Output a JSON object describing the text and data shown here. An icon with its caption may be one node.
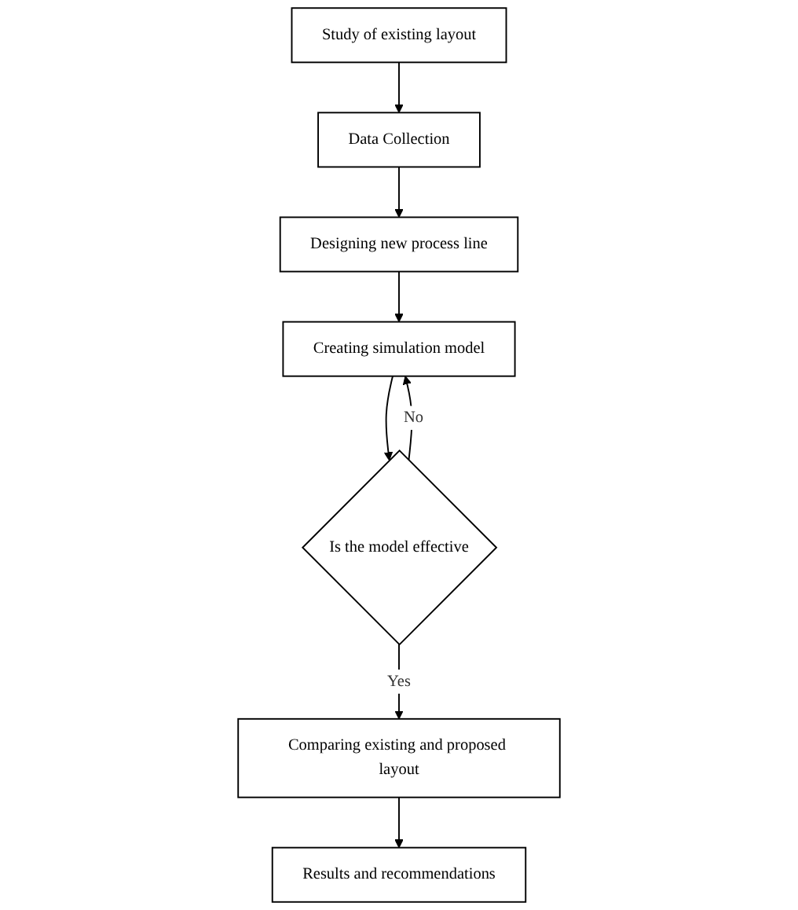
{
  "diagram": {
    "nodes": [
      {
        "text": [
          "Study of existing layout"
        ]
      },
      {
        "text": [
          "Data Collection"
        ]
      },
      {
        "text": [
          "Designing new process line"
        ]
      },
      {
        "text": [
          "Creating simulation model"
        ]
      },
      {
        "text": [
          "Is the model effective"
        ]
      },
      {
        "text": [
          "Comparing existing and proposed layout"
        ]
      },
      {
        "text": [
          "Results and recommendations"
        ]
      }
    ],
    "edges": [
      {
        "from": 0,
        "to": 1,
        "arrow": "to"
      },
      {
        "from": 1,
        "to": 2,
        "arrow": "to"
      },
      {
        "from": 2,
        "to": 3,
        "arrow": "to"
      },
      {
        "from": 3,
        "to": 4,
        "arrow": "to"
      },
      {
        "from": 4,
        "to": 3,
        "arrow": "to",
        "label": "No"
      },
      {
        "from": 4,
        "to": 5,
        "arrow": "to",
        "label": "Yes"
      },
      {
        "from": 5,
        "to": 6,
        "arrow": "to"
      }
    ]
  }
}
